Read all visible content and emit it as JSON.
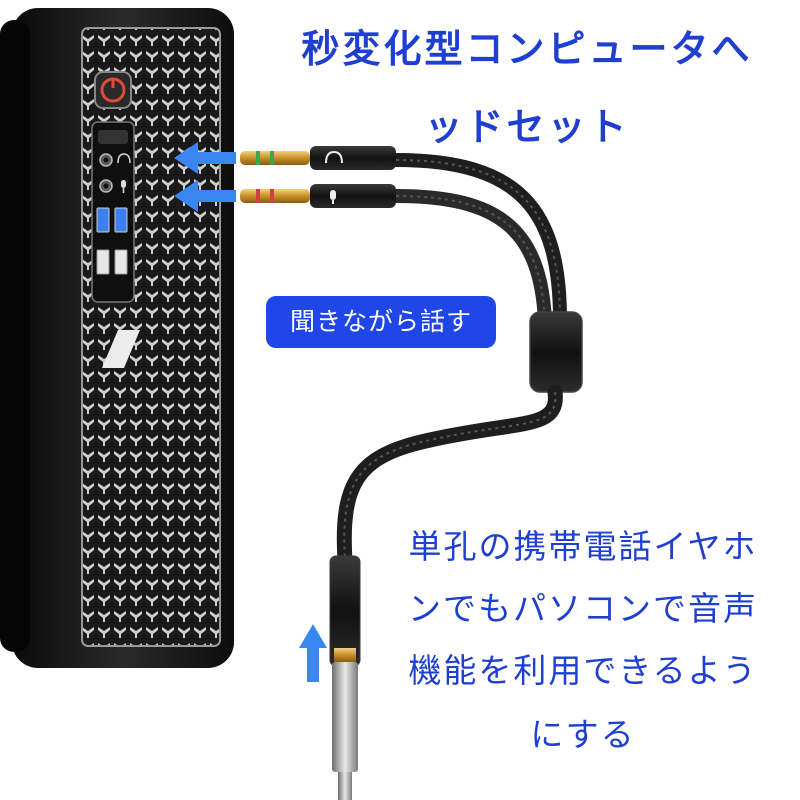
{
  "title": {
    "line1": "秒変化型コンピュータへ",
    "line2": "ッドセット"
  },
  "badge": {
    "label": "聞きながら話す"
  },
  "description": {
    "line1": "単孔の携帯電話イヤホ",
    "line2": "ンでもパソコンで音声",
    "line3": "機能を利用できるよう",
    "line4": "にする"
  },
  "colors": {
    "text_blue": "#1f3fd0",
    "badge_blue": "#1f47e8",
    "arrow_blue": "#3a86f0",
    "tower_black": "#151515",
    "cable_black": "#1e1e1e",
    "plug_gold": "#d9a441"
  },
  "icons": {
    "headphone": "headphone-icon",
    "microphone": "microphone-icon",
    "power": "power-icon"
  }
}
